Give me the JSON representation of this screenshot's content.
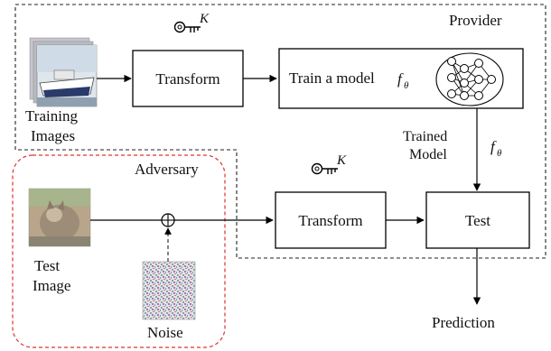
{
  "provider": {
    "label": "Provider"
  },
  "adversary": {
    "label": "Adversary"
  },
  "training_images": {
    "line1": "Training",
    "line2": "Images"
  },
  "transform_top": {
    "label": "Transform"
  },
  "train_model": {
    "label": "Train a model",
    "symbol": "f",
    "subscript": "θ"
  },
  "trained_model": {
    "line1": "Trained",
    "line2": "Model",
    "symbol": "f",
    "subscript": "θ"
  },
  "key_top": {
    "letter": "K"
  },
  "key_bottom": {
    "letter": "K"
  },
  "test_image": {
    "line1": "Test",
    "line2": "Image"
  },
  "noise": {
    "label": "Noise"
  },
  "transform_bottom": {
    "label": "Transform"
  },
  "test": {
    "label": "Test"
  },
  "prediction": {
    "label": "Prediction"
  },
  "colors": {
    "adversary_border": "#e03030",
    "line": "#000000"
  }
}
